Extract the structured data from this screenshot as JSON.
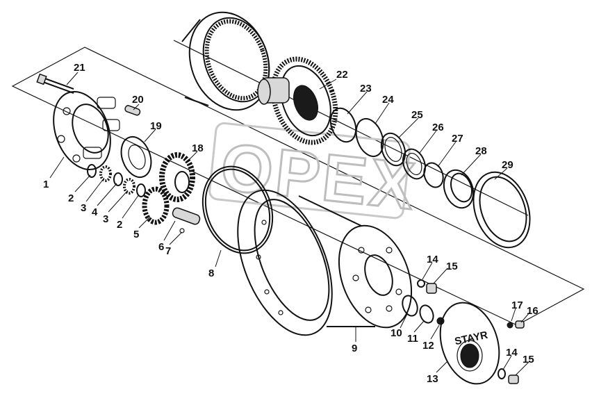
{
  "watermark": "OPEX",
  "brand_mark": "STAYR",
  "callouts": [
    "1",
    "2",
    "3",
    "4",
    "3",
    "2",
    "5",
    "6",
    "7",
    "8",
    "9",
    "10",
    "11",
    "12",
    "13",
    "14",
    "15",
    "14",
    "15",
    "16",
    "17",
    "18",
    "19",
    "20",
    "21",
    "22",
    "23",
    "24",
    "25",
    "26",
    "27",
    "28",
    "29"
  ]
}
